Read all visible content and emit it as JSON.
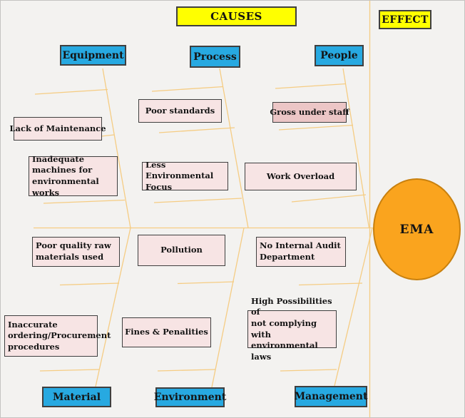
{
  "header": {
    "causes_label": "CAUSES",
    "effect_label": "EFFECT"
  },
  "effect_node": {
    "label": "EMA"
  },
  "categories": {
    "equipment": "Equipment",
    "process": "Process",
    "people": "People",
    "material": "Material",
    "environment": "Environment",
    "management": "Management"
  },
  "causes": {
    "lack_of_maintenance": "Lack of Maintenance",
    "inadequate_machines": "Inadequate\nmachines for\nenvironmental works",
    "poor_standards": "Poor standards",
    "less_environmental_focus": "Less Environmental\nFocus",
    "gross_under_staff": "Gross under staff",
    "work_overload": "Work Overload",
    "poor_quality_raw_materials": "Poor quality raw\nmaterials used",
    "pollution": "Pollution",
    "no_internal_audit": "No Internal Audit\nDepartment",
    "inaccurate_ordering": "Inaccurate\nordering/Procurement\nprocedures",
    "fines_and_penalities": "Fines & Penalities",
    "high_possibilities": "High Possibilities of\nnot complying with\nenvironmental laws"
  },
  "colors": {
    "background": "#F3F2F0",
    "category_fill": "#27A9E1",
    "label_fill": "#FFFF00",
    "cause_fill": "#F7E4E4",
    "cause_fill_dark": "#ECC6C6",
    "effect_fill": "#FAA41E",
    "effect_border": "#C8800E",
    "line": "#F5CC83",
    "box_border": "#3F3F3F"
  }
}
